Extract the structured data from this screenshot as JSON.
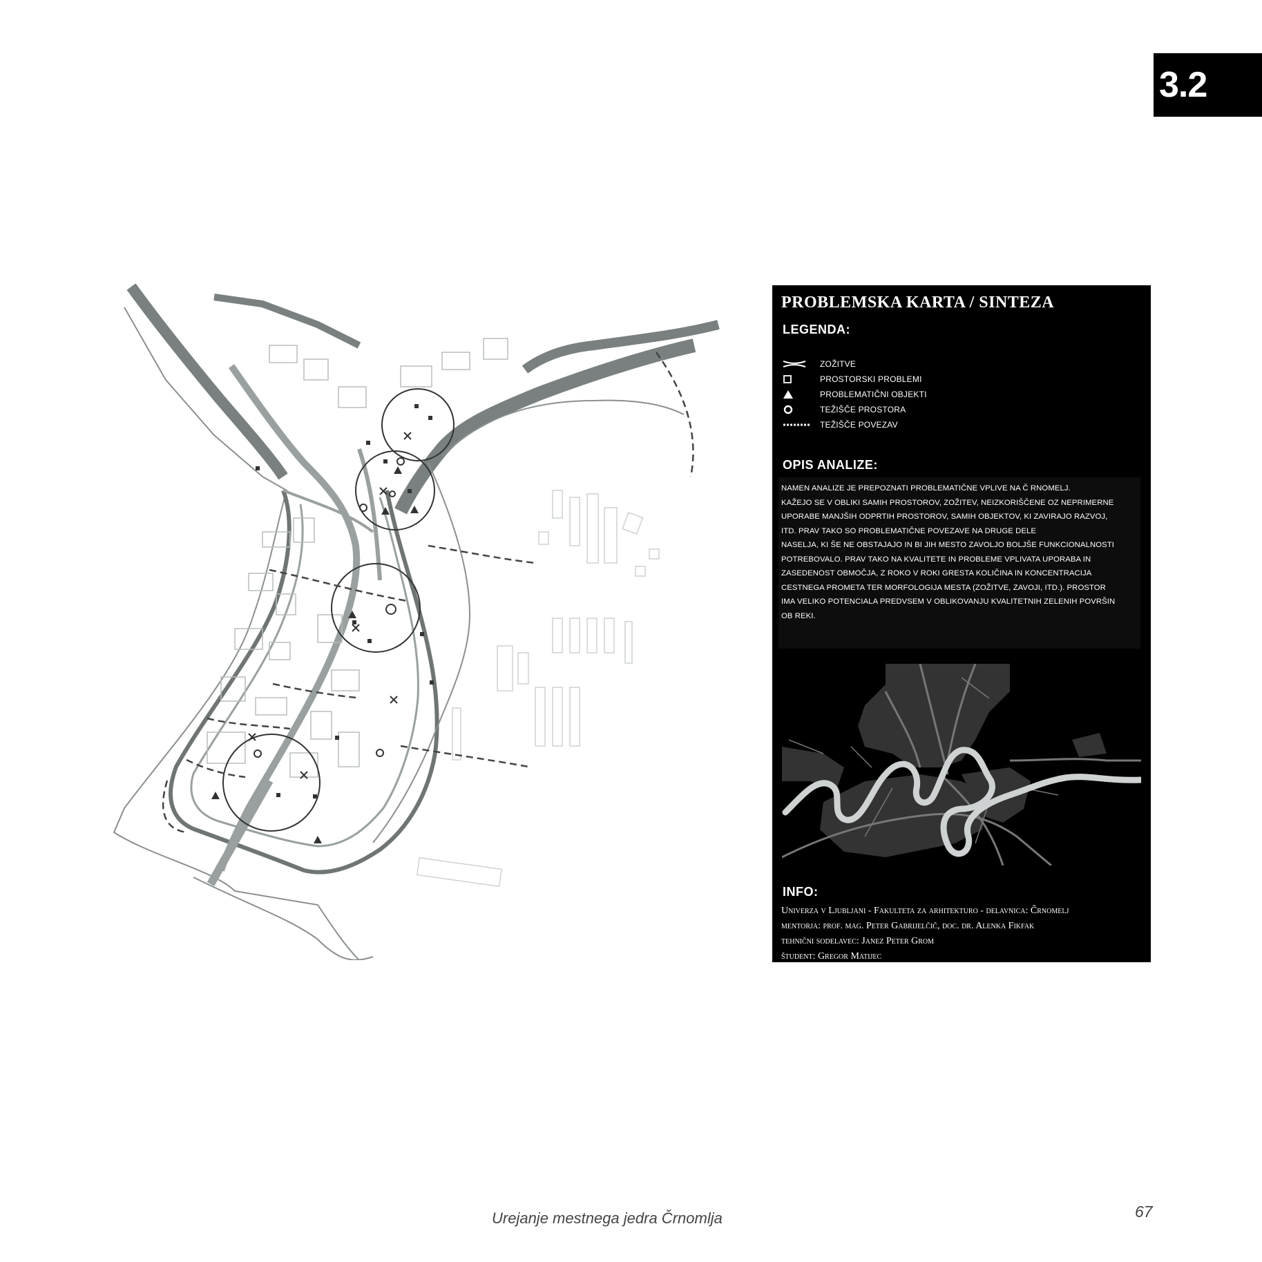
{
  "chapter": "3.2",
  "panel": {
    "title": "PROBLEMSKA KARTA / SINTEZA",
    "legend_heading": "LEGENDA:",
    "legend_items": [
      {
        "symbol": "constriction-icon",
        "label": "zožitve"
      },
      {
        "symbol": "square-icon",
        "label": "prostorski problemi"
      },
      {
        "symbol": "triangle-icon",
        "label": "problematični objekti"
      },
      {
        "symbol": "circle-icon",
        "label": "težišče prostora"
      },
      {
        "symbol": "dashed-line-icon",
        "label": "težišče povezav"
      }
    ],
    "description_heading": "OPIS ANALIZE:",
    "description_lines": [
      "NAMEN ANALIZE JE PREPOZNATI PROBLEMATIČNE VPLIVE NA Č RNOMELJ.",
      "KAŽEJO SE V OBLIKI SAMIH PROSTOROV, ZOŽITEV, NEIZKORIŠČENE OZ NEPRIMERNE",
      "UPORABE MANJŠIH ODPRTIH PROSTOROV, SAMIH OBJEKTOV, KI ZAVIRAJO RAZVOJ,",
      "ITD. PRAV TAKO SO PROBLEMATIČNE POVEZAVE NA DRUGE DELE",
      "NASELJA, KI ŠE NE OBSTAJAJO IN BI JIH MESTO ZAVOLJO BOLJŠE FUNKCIONALNOSTI",
      "POTREBOVALO. PRAV TAKO NA KVALITETE IN PROBLEME VPLIVATA UPORABA IN",
      "ZASEDENOST OBMOČJA, Z ROKO V ROKI GRESTA KOLIČINA IN KONCENTRACIJA",
      "CESTNEGA PROMETA TER MORFOLOGIJA MESTA (ZOŽITVE, ZAVOJI, ITD.). PROSTOR",
      "IMA VELIKO POTENCIALA PREDVSEM V OBLIKOVANJU KVALITETNIH ZELENIH POVRŠIN",
      "OB REKI."
    ],
    "info_heading": "INFO:",
    "info_lines": [
      "Univerza v Ljubljani - Fakulteta za arhitekturo - delavnica: Črnomelj",
      "mentorja: prof. mag. Peter Gabrijelčič, doc. dr. Alenka Fikfak",
      "tehnični sodelavec: Janez Peter Grom",
      "študent: Gregor Matijec"
    ]
  },
  "colors": {
    "panel_bg": "#000000",
    "river": "#7a8080",
    "road": "#9aa0a0",
    "buildings_light": "#cdd2d2",
    "symbol": "#333333"
  },
  "footer": {
    "title": "Urejanje mestnega jedra Črnomlja",
    "page": "67"
  }
}
